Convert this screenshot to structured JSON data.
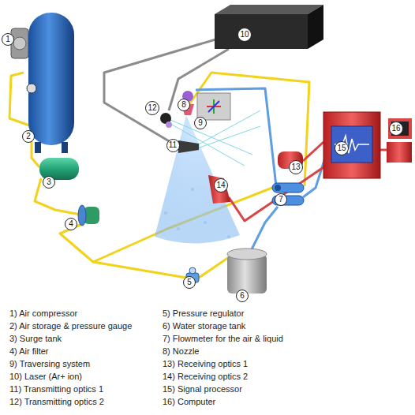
{
  "diagram": {
    "nodes": [
      {
        "text": [
          "1"
        ]
      },
      {
        "text": [
          "10"
        ]
      },
      {
        "text": [
          "8"
        ]
      },
      {
        "text": [
          "12"
        ]
      },
      {
        "text": [
          "9"
        ]
      },
      {
        "text": [
          "16"
        ]
      },
      {
        "text": [
          "2"
        ]
      },
      {
        "text": [
          "11"
        ]
      },
      {
        "text": [
          "15"
        ]
      },
      {
        "text": [
          "13"
        ]
      },
      {
        "text": [
          "3"
        ]
      },
      {
        "text": [
          "14"
        ]
      },
      {
        "text": [
          "7"
        ]
      },
      {
        "text": [
          "4"
        ]
      },
      {
        "text": [
          "5"
        ]
      },
      {
        "text": [
          "6"
        ]
      }
    ],
    "labels": [
      "1) Air compressor",
      "5) Pressure regulator",
      "2) Air storage & pressure gauge",
      "6) Water storage tank",
      "3) Surge tank",
      "7) Flowmeter for the air & liquid",
      "4) Air filter",
      "8) Nozzle",
      "9) Traversing system",
      "13) Receiving optics 1",
      "10) Laser (Ar+ ion)",
      "14) Receiving optics 2",
      "11) Transmitting optics 1",
      "15) Signal processor",
      "12) Transmitting optics 2",
      "16) Computer"
    ]
  }
}
